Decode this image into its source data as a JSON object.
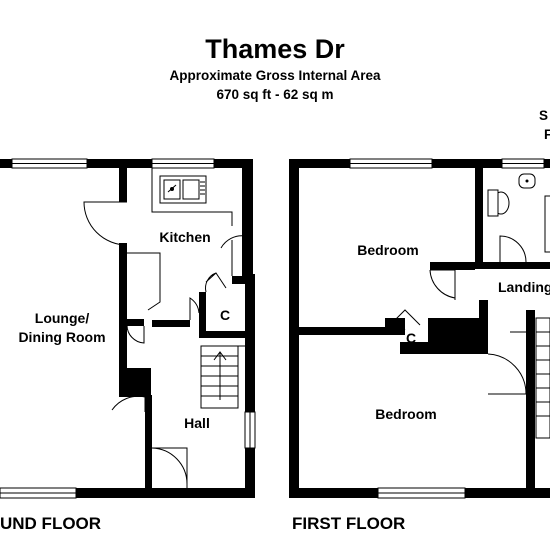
{
  "header": {
    "title": "Thames Dr",
    "area_label": "Approximate Gross Internal Area",
    "area_value": "670 sq ft - 62 sq m"
  },
  "ground_floor": {
    "label": "UND FLOOR",
    "rooms": {
      "lounge_line1": "Lounge/",
      "lounge_line2": "Dining Room",
      "kitchen": "Kitchen",
      "cupboard": "C",
      "hall": "Hall"
    }
  },
  "first_floor": {
    "label": "FIRST FLOOR",
    "rooms": {
      "bedroom_top": "Bedroom",
      "cupboard": "C",
      "landing": "Landing",
      "bedroom_bottom": "Bedroom",
      "cut_text_1": "S",
      "cut_text_2": "F"
    }
  }
}
